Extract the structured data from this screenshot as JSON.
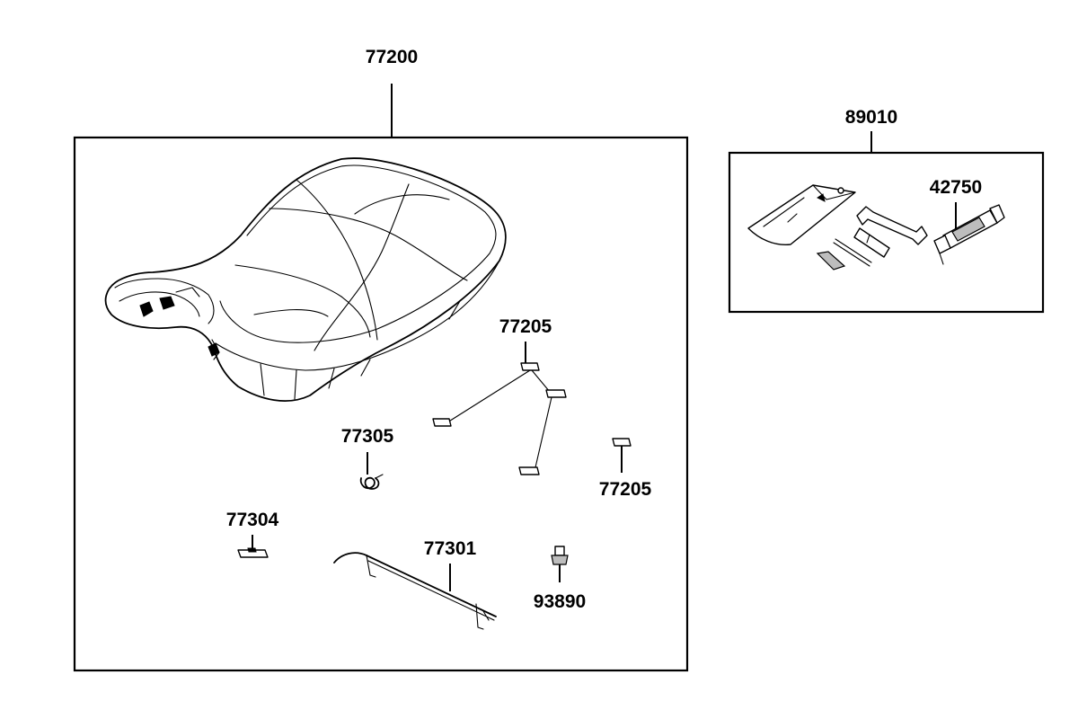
{
  "diagram": {
    "callouts": {
      "seat_assembly": "77200",
      "tool_kit": "89010",
      "tool_item": "42750",
      "hook_top": "77205",
      "hook_right": "77205",
      "spring": "77305",
      "plate": "77304",
      "rod": "77301",
      "bolt": "93890"
    }
  }
}
